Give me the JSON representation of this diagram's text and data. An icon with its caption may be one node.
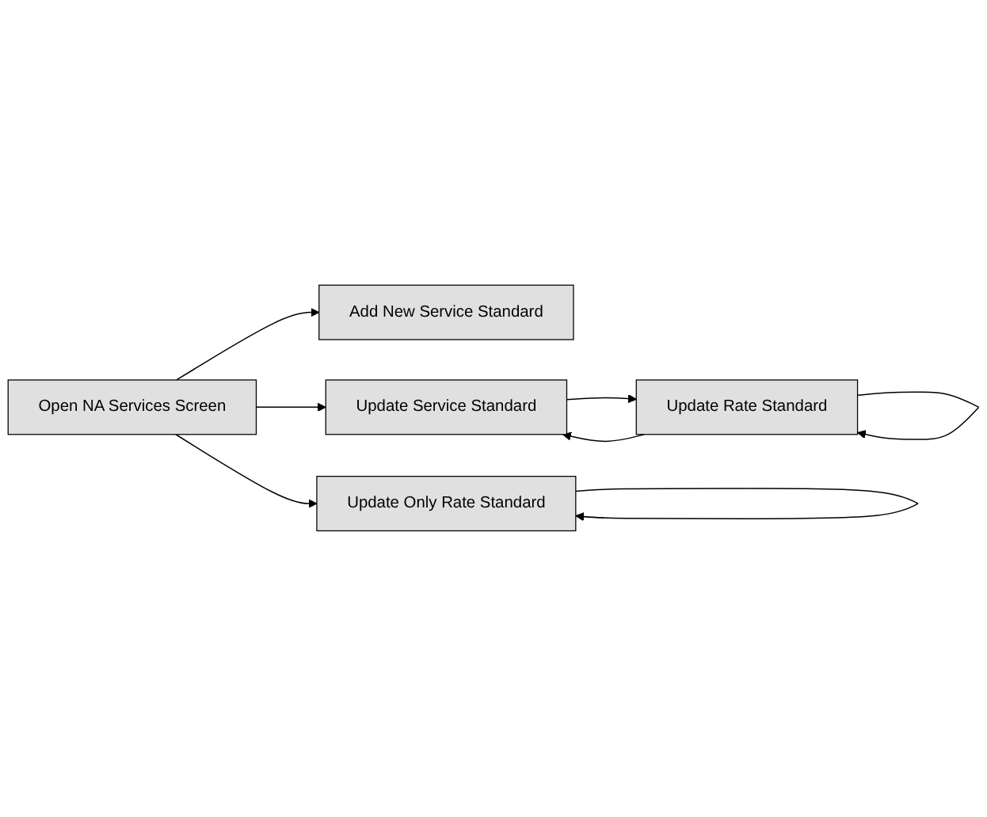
{
  "diagram": {
    "nodes": [
      {
        "text": [
          "Open NA Services Screen"
        ]
      },
      {
        "text": [
          "Add New Service Standard"
        ]
      },
      {
        "text": [
          "Update Service Standard"
        ]
      },
      {
        "text": [
          "Update Rate Standard"
        ]
      },
      {
        "text": [
          "Update Only Rate Standard"
        ]
      }
    ],
    "edges": [
      {
        "from": 0,
        "to": 1,
        "arrow": "to"
      },
      {
        "from": 0,
        "to": 2,
        "arrow": "to"
      },
      {
        "from": 0,
        "to": 4,
        "arrow": "to"
      },
      {
        "from": 2,
        "to": 3,
        "arrow": "to"
      },
      {
        "from": 3,
        "to": 3,
        "arrow": "to"
      },
      {
        "from": 3,
        "to": 2,
        "arrow": "to"
      },
      {
        "from": 4,
        "to": 4,
        "arrow": "to"
      }
    ]
  }
}
